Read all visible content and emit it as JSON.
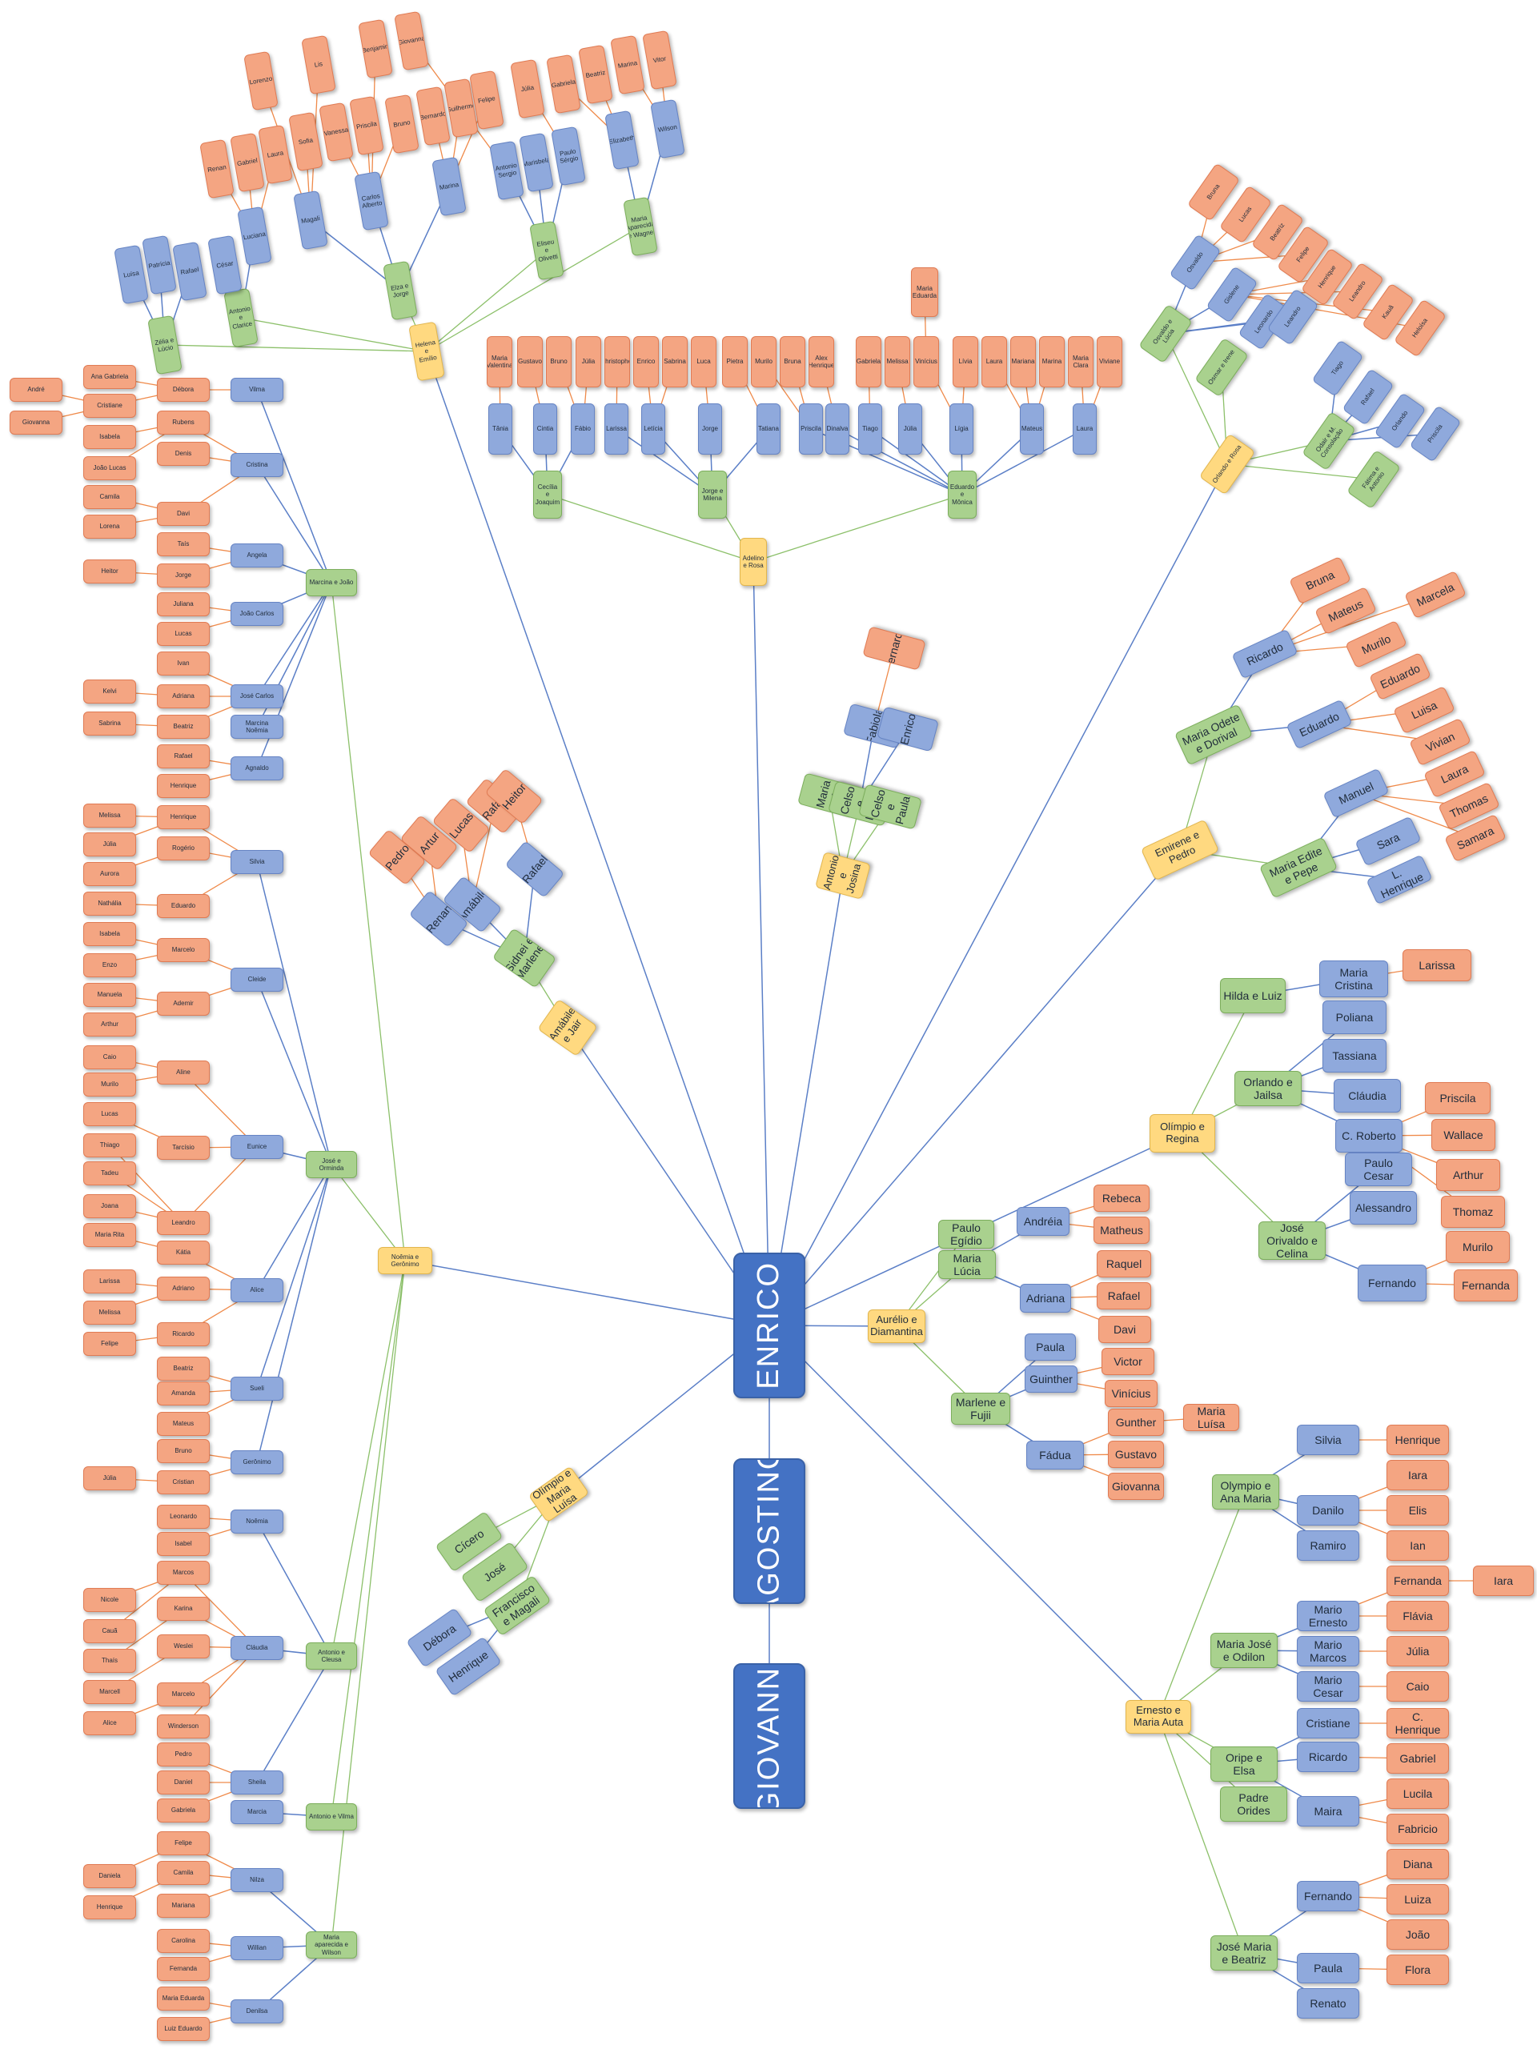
{
  "colors": {
    "root": "#4472c4",
    "couple": "#ffd980",
    "spouse": "#a9d18e",
    "child": "#8fa9dc",
    "grand": "#f4a582",
    "edge_blue": "#5b7fc7",
    "edge_green": "#8cc06a",
    "edge_orange": "#ef8a4a"
  },
  "roots": [
    "ENRICO",
    "AGOSTINO",
    "GIOVANNI"
  ],
  "left_main": "Noêmia e Gerônimo",
  "left_column": {
    "spouses": [
      "Marcina e João",
      "José e Orminda",
      "Antonio e Cleusa",
      "Antonio e Vilma",
      "Maria aparecida e Wilson"
    ],
    "children": [
      "Vilma",
      "Cristina",
      "Angela",
      "João Carlos",
      "José Carlos",
      "Marcina Noêmia",
      "Agnaldo",
      "Silvia",
      "Cleide",
      "Eunice",
      "Alice",
      "Sueli",
      "Gerônimo",
      "Noêmia",
      "Cláudia",
      "Sheila",
      "Marcia",
      "Nilza",
      "Willian",
      "Denilsa"
    ],
    "grand": [
      "Débora",
      "Rubens",
      "Denis",
      "Davi",
      "Taís",
      "Jorge",
      "Juliana",
      "Lucas",
      "Ivan",
      "Adriana",
      "Beatriz",
      "Rafael",
      "Henrique",
      "Henrique",
      "Rogério",
      "Eduardo",
      "Marcelo",
      "Ademir",
      "Aline",
      "Tarcísio",
      "Leandro",
      "Kátia",
      "Adriano",
      "Ricardo",
      "Beatriz",
      "Amanda",
      "Mateus",
      "Bruno",
      "Cristian",
      "Leonardo",
      "Isabel",
      "Marcos",
      "Karina",
      "Weslei",
      "Marcelo",
      "Winderson",
      "Pedro",
      "Daniel",
      "Gabriela",
      "Felipe",
      "Camila",
      "Mariana",
      "Carolina",
      "Fernanda",
      "Maria Eduarda",
      "Luiz Eduardo"
    ],
    "great": [
      "Ana Gabriela",
      "Cristiane",
      "Isabela",
      "João Lucas",
      "Camila",
      "Lorena",
      "Heitor",
      "Kelvi",
      "Sabrina",
      "Melissa",
      "Júlia",
      "Aurora",
      "Nathália",
      "Isabela",
      "Enzo",
      "Manuela",
      "Arthur",
      "Caio",
      "Murilo",
      "Lucas",
      "Thiago",
      "Tadeu",
      "Joana",
      "Maria Rita",
      "Larissa",
      "Melissa",
      "Felipe",
      "Júlia",
      "Nicole",
      "Cauã",
      "Thaís",
      "Marcell",
      "Alice",
      "Daniela",
      "Henrique"
    ],
    "great2": [
      "André",
      "Giovanna"
    ]
  },
  "top_left": {
    "couple": "Helena e Emílio",
    "spouses": [
      "Zélia e Lúcio",
      "Antonio e Clarice",
      "Elza e Jorge",
      "Eliseu e Olivetti",
      "Maria Aparecida e Wagner"
    ],
    "children": [
      "Luísa",
      "Patrícia",
      "Rafael",
      "César",
      "Luciana",
      "Magali",
      "Carlos Alberto",
      "Marina",
      "Antonio Sergio",
      "Marisbela",
      "Paulo Sérgio",
      "Elizabeth",
      "Wilson"
    ],
    "grand": [
      "Renan",
      "Gabriel",
      "Laura",
      "Sofia",
      "Vanessa",
      "Priscila",
      "Bruno",
      "Bernardo",
      "Guilherme",
      "Felipe",
      "Lorenzo",
      "Lis",
      "Benjamin",
      "Giovanna",
      "Júlia",
      "Gabriela",
      "Beatriz",
      "Marina",
      "Vitor"
    ]
  },
  "top_mid": {
    "couple": "Adelino e Rosa",
    "spouses": [
      "Cecília e Joaquim",
      "Jorge e Milena",
      "Eduardo e Mônica"
    ],
    "children": [
      "Tânia",
      "Cintia",
      "Fábio",
      "Larissa",
      "Letícia",
      "Jorge",
      "Tatiana",
      "Priscila",
      "Dinalva",
      "Tiago",
      "Júlia",
      "Lígia",
      "Mateus",
      "Laura"
    ],
    "grand": [
      "Maria Valentina",
      "Gustavo",
      "Bruno",
      "Júlia",
      "Christopher",
      "Enrico",
      "Sabrina",
      "Luca",
      "Pietra",
      "Murilo",
      "Bruna",
      "Alex Henrique",
      "Gabriela",
      "Melissa",
      "Vinícius",
      "Lívia",
      "Laura",
      "Mariana",
      "Marina",
      "Maria Clara",
      "Viviane"
    ],
    "great": [
      "Maria Eduarda"
    ]
  },
  "top_right": {
    "couple": "Orlando e Rosa",
    "spouses": [
      "Osvaldo e Lúcia",
      "Osmar e Irene",
      "Odair e M. Consolação",
      "Fátima e Antonio"
    ],
    "children": [
      "Osvaldo",
      "Gislene",
      "Leonardo",
      "Leandro",
      "Tiago",
      "Rafael",
      "Orlando",
      "Priscila"
    ],
    "grand": [
      "Bruna",
      "Lucas",
      "Beatriz",
      "Felipe",
      "Henrique",
      "Leandro",
      "Kauã",
      "Heloísa"
    ]
  },
  "mid_right": {
    "couple": "Emirene e Pedro",
    "spouses": [
      "Maria Odete e Dorival",
      "Maria Edite e Pepe"
    ],
    "children": [
      "Ricardo",
      "Eduardo",
      "Manuel",
      "Sara",
      "L. Henrique"
    ],
    "grand": [
      "Bruna",
      "Mateus",
      "Murilo",
      "Eduardo",
      "Luisa",
      "Vivian",
      "Laura",
      "Thomas",
      "Samara",
      "Marcela"
    ]
  },
  "antonio": {
    "couple": "Antonio e Josina",
    "spouses": [
      "Maria Inês",
      "Celso e Luzia",
      "Celso e Paula"
    ],
    "children": [
      "Fabiola",
      "Enrico"
    ],
    "grand": [
      "Bernardo"
    ]
  },
  "amabile": {
    "couple": "Amábile e Jair",
    "spouses": [
      "Sidnei e Marlene"
    ],
    "children": [
      "Renan",
      "Amábile",
      "Rafael"
    ],
    "grand": [
      "Pedro",
      "Artur",
      "Lucas",
      "Rafael",
      "Heitor"
    ]
  },
  "olimpio_regina": {
    "couple": "Olímpio e Regina",
    "spouses": [
      "Hilda e Luiz",
      "Orlando e Jailsa",
      "José Orivaldo e Celina"
    ],
    "children": [
      "Maria Cristina",
      "Poliana",
      "Tassiana",
      "Cláudia",
      "C. Roberto",
      "Paulo Cesar",
      "Alessandro",
      "Fernando"
    ],
    "grand": [
      "Larissa",
      "Priscila",
      "Wallace",
      "Arthur",
      "Thomaz",
      "Murilo",
      "Fernanda"
    ]
  },
  "aurelio": {
    "couple": "Aurélio e Diamantina",
    "spouses": [
      "Paulo Egídio",
      "Maria Lúcia",
      "Marlene e Fujii"
    ],
    "children": [
      "Andréia",
      "Adriana",
      "Paula",
      "Guinther",
      "Fádua"
    ],
    "grand": [
      "Rebeca",
      "Matheus",
      "Raquel",
      "Rafael",
      "Davi",
      "Victor",
      "Vinícius",
      "Gunther",
      "Gustavo",
      "Giovanna"
    ],
    "great": [
      "Maria Luísa"
    ]
  },
  "olimpio_maria": {
    "couple": "Olímpio e Maria Luísa",
    "spouses": [
      "Cícero",
      "José",
      "Francisco e Magali"
    ],
    "children": [
      "Débora",
      "Henrique"
    ]
  },
  "ernesto": {
    "couple": "Ernesto e Maria Auta",
    "spouses": [
      "Olympio e Ana Maria",
      "Maria José e Odilon",
      "Oripe e Elsa",
      "Padre Orides",
      "José Maria e Beatriz"
    ],
    "children": [
      "Silvia",
      "Danilo",
      "Ramiro",
      "Mario Ernesto",
      "Mario Marcos",
      "Mario Cesar",
      "Cristiane",
      "Ricardo",
      "Maira",
      "Fernando",
      "Paula",
      "Renato"
    ],
    "grand": [
      "Henrique",
      "Iara",
      "Elis",
      "Ian",
      "Fernanda",
      "Flávia",
      "Júlia",
      "Caio",
      "C. Henrique",
      "Gabriel",
      "Lucila",
      "Fabricio",
      "Diana",
      "Luiza",
      "João",
      "Flora"
    ],
    "great": [
      "Iara"
    ]
  }
}
